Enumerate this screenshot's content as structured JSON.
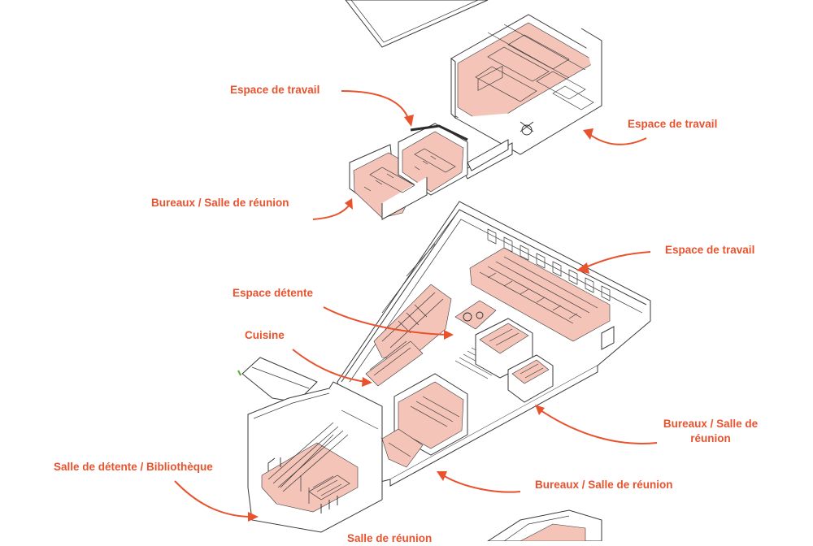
{
  "labels": {
    "travail_top_left": "Espace de travail",
    "travail_top_right": "Espace de travail",
    "bureaux_top": "Bureaux / Salle de réunion",
    "travail_right": "Espace de travail",
    "detente": "Espace détente",
    "cuisine": "Cuisine",
    "bureaux_right_line1": "Bureaux / Salle de",
    "bureaux_right_line2": "réunion",
    "bibliotheque": "Salle de détente / Bibliothèque",
    "bureaux_bottom": "Bureaux / Salle de réunion",
    "reunion_bottom": "Salle de réunion"
  },
  "colors": {
    "label": "#e8532e",
    "zone_fill": "#f4c4b8",
    "line": "#3a3a3a"
  }
}
